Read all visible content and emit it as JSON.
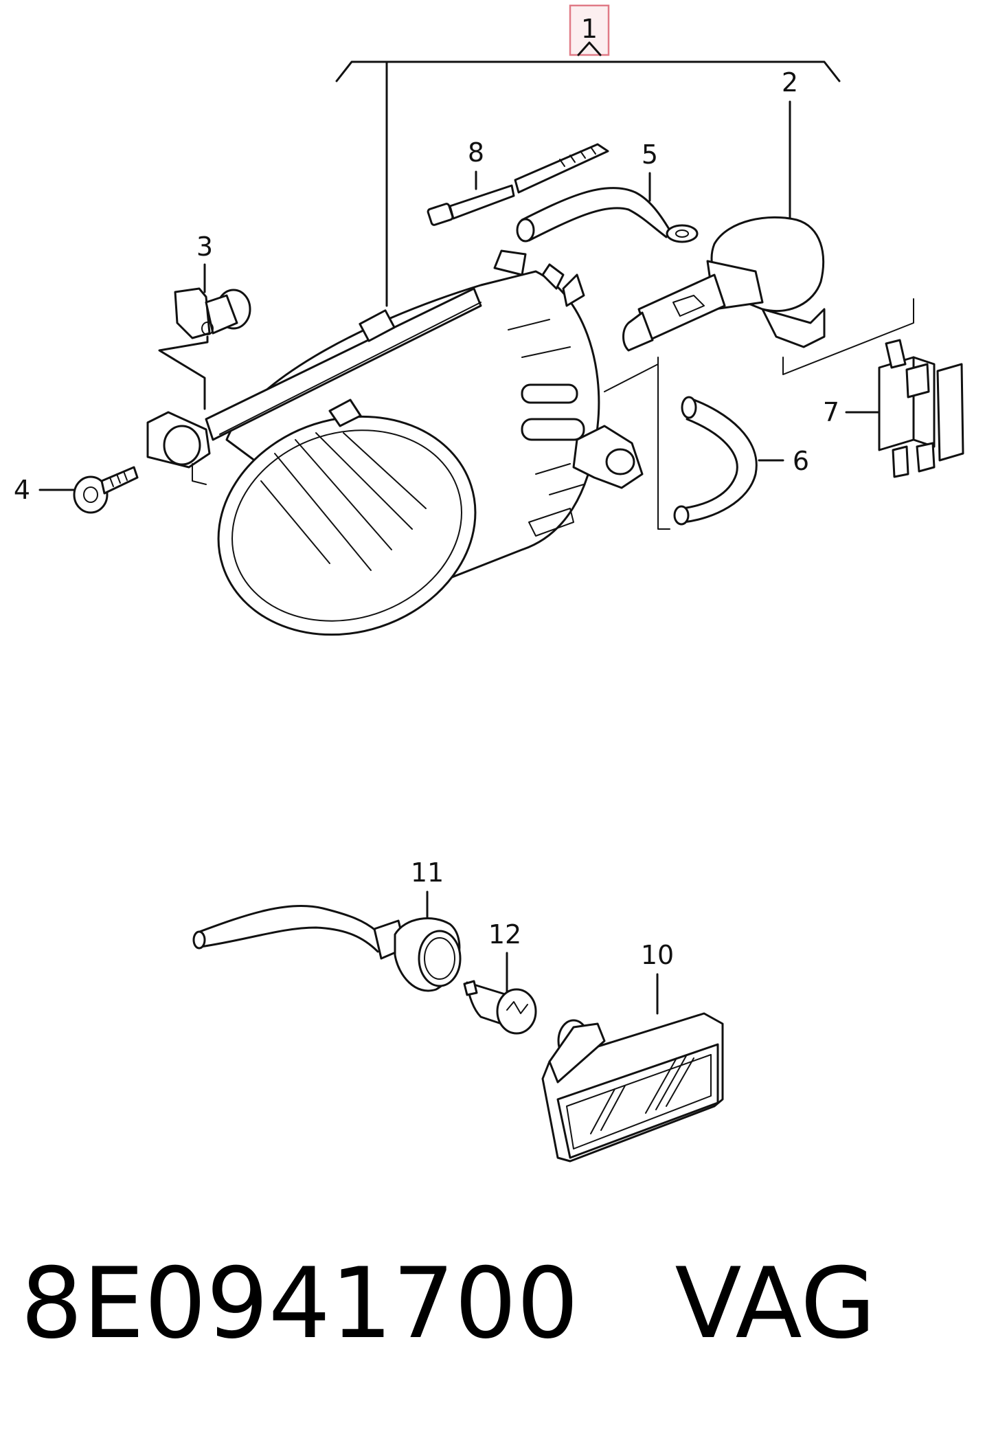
{
  "diagram": {
    "callouts": [
      {
        "id": "1",
        "label": "1",
        "highlighted": true
      },
      {
        "id": "2",
        "label": "2"
      },
      {
        "id": "3",
        "label": "3"
      },
      {
        "id": "4",
        "label": "4"
      },
      {
        "id": "5",
        "label": "5"
      },
      {
        "id": "6",
        "label": "6"
      },
      {
        "id": "7",
        "label": "7"
      },
      {
        "id": "8",
        "label": "8"
      },
      {
        "id": "10",
        "label": "10"
      },
      {
        "id": "11",
        "label": "11"
      },
      {
        "id": "12",
        "label": "12"
      }
    ],
    "highlight_color": "#e07a86"
  },
  "caption": {
    "part_number": "8E0941700",
    "brand": "VAG"
  }
}
